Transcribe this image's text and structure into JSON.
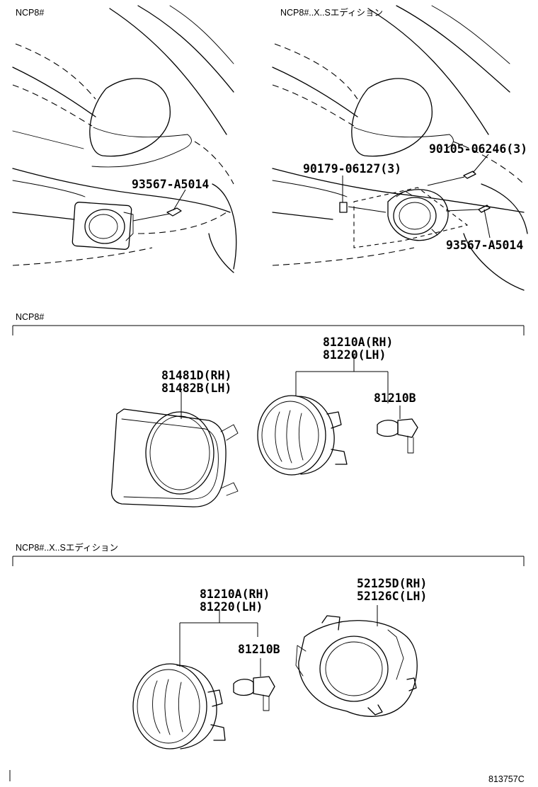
{
  "panels": {
    "top_left_caption": "NCP8#",
    "top_right_caption": "NCP8#..X..Sエディション",
    "mid_caption": "NCP8#",
    "bottom_caption": "NCP8#..X..Sエディション"
  },
  "labels": {
    "tl_screw": "93567-A5014",
    "tr_screw_a": "90105-06246(3)",
    "tr_screw_b": "90179-06127(3)",
    "tr_screw_c": "93567-A5014",
    "mid_cover_rh": "81481D(RH)",
    "mid_cover_lh": "81482B(LH)",
    "mid_lamp_rh": "81210A(RH)",
    "mid_lamp_lh": "81220(LH)",
    "mid_bulb": "81210B",
    "bot_lamp_rh": "81210A(RH)",
    "bot_lamp_lh": "81220(LH)",
    "bot_bulb": "81210B",
    "bot_bracket_rh": "52125D(RH)",
    "bot_bracket_lh": "52126C(LH)"
  },
  "footer": {
    "illustration_code": "813757C"
  }
}
